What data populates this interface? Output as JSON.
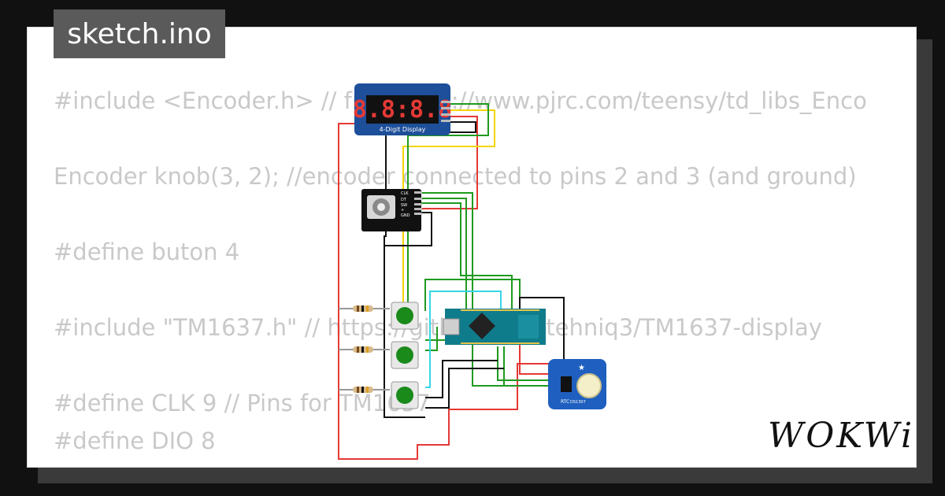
{
  "tab": {
    "filename": "sketch.ino"
  },
  "code_lines": [
    "#include <Encoder.h> // from http://www.pjrc.com/teensy/td_libs_Enco",
    "",
    "Encoder knob(3, 2); //encoder connected to pins 2 and 3 (and ground)",
    "",
    "#define buton 4",
    "",
    "#include \"TM1637.h\" // https://github.com/tehniq3/TM1637-display",
    "",
    "#define CLK 9 // Pins for TM1637",
    "#define DIO 8"
  ],
  "display": {
    "digits": "8.8:8.8",
    "label": "4-Digit Display"
  },
  "encoder": {
    "pins": [
      "CLK",
      "DT",
      "SW",
      "+",
      "GND"
    ]
  },
  "rtc": {
    "label": "RTC",
    "chip": "DS1307"
  },
  "brand": {
    "logo_text": "WOKWi"
  },
  "colors": {
    "background": "#111111",
    "card": "#ffffff",
    "code_text": "#c9c9c9",
    "tab": "#5a5a5a",
    "wire_red": "#e53935",
    "wire_green": "#1f9a1f",
    "wire_yellow": "#f2d600",
    "wire_cyan": "#34d6e6",
    "wire_black": "#111111",
    "board": "#0f7c8c",
    "rtc_board": "#1f5fbf"
  }
}
